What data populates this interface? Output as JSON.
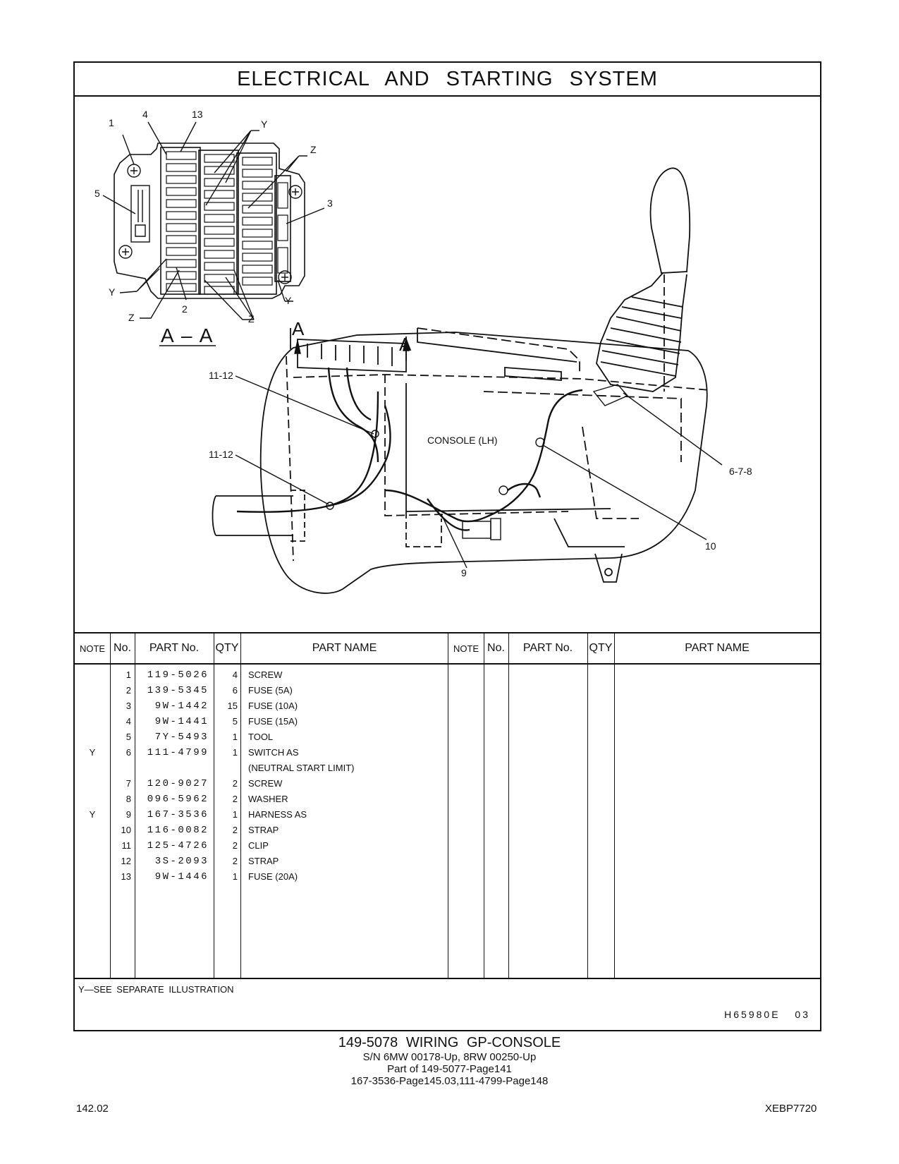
{
  "title": "ELECTRICAL AND STARTING SYSTEM",
  "drawing": {
    "view_label": "A – A",
    "section_marks": [
      "A",
      "A"
    ],
    "console_label": "CONSOLE (LH)",
    "callouts": {
      "c1": "1",
      "c4": "4",
      "c13": "13",
      "cY1": "Y",
      "cZ1": "Z",
      "c5": "5",
      "c3": "3",
      "cY2": "Y",
      "cZ2": "Z",
      "c2": "2",
      "cZ3": "Z",
      "cY3": "Y",
      "c1112a": "11-12",
      "c1112b": "11-12",
      "c678": "6-7-8",
      "c10": "10",
      "c9": "9"
    }
  },
  "table": {
    "headers": {
      "note": "NOTE",
      "no": "No.",
      "part": "PART No.",
      "qty": "QTY",
      "name": "PART NAME"
    },
    "rows": [
      {
        "note": "",
        "no": "1",
        "part": "119-5026",
        "qty": "4",
        "name": "SCREW"
      },
      {
        "note": "",
        "no": "2",
        "part": "139-5345",
        "qty": "6",
        "name": "FUSE (5A)"
      },
      {
        "note": "",
        "no": "3",
        "part": "9W-1442",
        "qty": "15",
        "name": "FUSE (10A)"
      },
      {
        "note": "",
        "no": "4",
        "part": "9W-1441",
        "qty": "5",
        "name": "FUSE (15A)"
      },
      {
        "note": "",
        "no": "5",
        "part": "7Y-5493",
        "qty": "1",
        "name": "TOOL"
      },
      {
        "note": "Y",
        "no": "6",
        "part": "111-4799",
        "qty": "1",
        "name": "SWITCH AS"
      },
      {
        "note": "",
        "no": "",
        "part": "",
        "qty": "",
        "name": "(NEUTRAL START LIMIT)"
      },
      {
        "note": "",
        "no": "7",
        "part": "120-9027",
        "qty": "2",
        "name": "SCREW"
      },
      {
        "note": "",
        "no": "8",
        "part": "096-5962",
        "qty": "2",
        "name": "WASHER"
      },
      {
        "note": "Y",
        "no": "9",
        "part": "167-3536",
        "qty": "1",
        "name": "HARNESS AS"
      },
      {
        "note": "",
        "no": "10",
        "part": "116-0082",
        "qty": "2",
        "name": "STRAP"
      },
      {
        "note": "",
        "no": "11",
        "part": "125-4726",
        "qty": "2",
        "name": "CLIP"
      },
      {
        "note": "",
        "no": "12",
        "part": "3S-2093",
        "qty": "2",
        "name": "STRAP"
      },
      {
        "note": "",
        "no": "13",
        "part": "9W-1446",
        "qty": "1",
        "name": "FUSE (20A)"
      }
    ]
  },
  "footnote": "Y—SEE SEPARATE ILLUSTRATION",
  "illustration_code": "H65980E 03",
  "caption": {
    "title": "149-5078 WIRING GP-CONSOLE",
    "line1": "S/N 6MW 00178-Up, 8RW 00250-Up",
    "line2": "Part of 149-5077-Page141",
    "line3": "167-3536-Page145.03,111-4799-Page148"
  },
  "page_number": "142.02",
  "doc_number": "XEBP7720"
}
